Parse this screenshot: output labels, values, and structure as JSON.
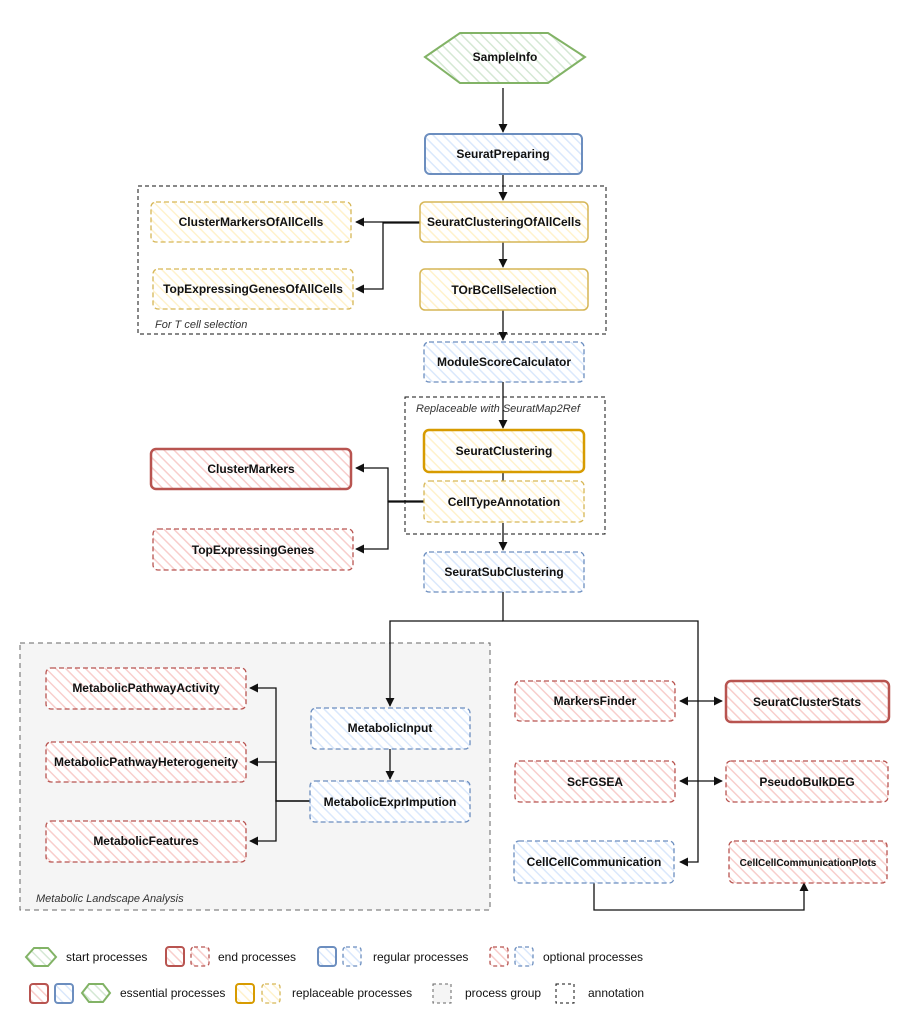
{
  "colors": {
    "red": "#b85450",
    "red_fill": "#f8cecc",
    "blue": "#6c8ebf",
    "blue_fill": "#dae8fc",
    "green": "#82b366",
    "green_fill": "#d5e8d4",
    "yellow": "#d6b656",
    "yellow_fill": "#fff2cc",
    "gold": "#d79b00",
    "gray_border": "#666666",
    "gray_fill": "#f5f5f5"
  },
  "nodes": {
    "sample_info": "SampleInfo",
    "seurat_preparing": "SeuratPreparing",
    "seurat_clustering_all": "SeuratClusteringOfAllCells",
    "cluster_markers_all": "ClusterMarkersOfAllCells",
    "top_expressing_all": "TopExpressingGenesOfAllCells",
    "tor_b_cell_selection": "TOrBCellSelection",
    "module_score_calculator": "ModuleScoreCalculator",
    "seurat_clustering": "SeuratClustering",
    "cell_type_annotation": "CellTypeAnnotation",
    "cluster_markers": "ClusterMarkers",
    "top_expressing_genes": "TopExpressingGenes",
    "seurat_sub_clustering": "SeuratSubClustering",
    "metabolic_input": "MetabolicInput",
    "metabolic_expr_imputation": "MetabolicExprImpution",
    "metabolic_pathway_activity": "MetabolicPathwayActivity",
    "metabolic_pathway_heterogeneity": "MetabolicPathwayHeterogeneity",
    "metabolic_features": "MetabolicFeatures",
    "markers_finder": "MarkersFinder",
    "seurat_cluster_stats": "SeuratClusterStats",
    "sc_fgsea": "ScFGSEA",
    "pseudo_bulk_deg": "PseudoBulkDEG",
    "cell_cell_communication": "CellCellCommunication",
    "cell_cell_communication_plots": "CellCellCommunicationPlots"
  },
  "groups": {
    "t_cell_selection": "For T cell selection",
    "replaceable": "Replaceable with SeuratMap2Ref",
    "metabolic": "Metabolic Landscape Analysis"
  },
  "legend": {
    "start": "start processes",
    "end": "end processes",
    "regular": "regular processes",
    "optional": "optional processes",
    "essential": "essential processes",
    "replaceable": "replaceable processes",
    "group": "process group",
    "annotation": "annotation"
  }
}
